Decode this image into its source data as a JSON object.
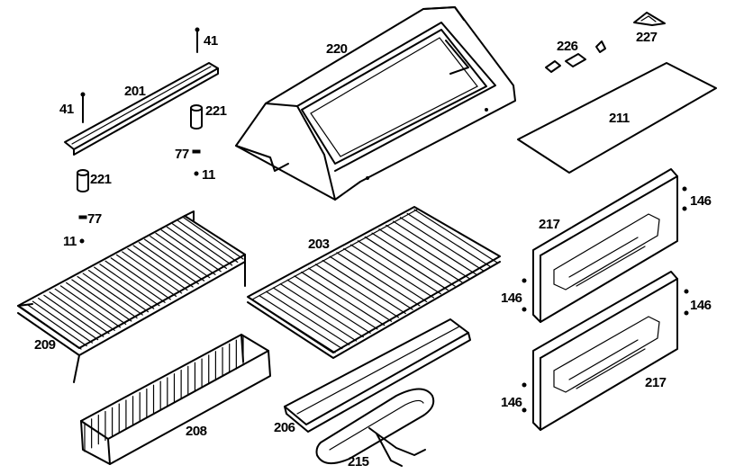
{
  "labels": {
    "l41a": "41",
    "l41b": "41",
    "l201": "201",
    "l221a": "221",
    "l221b": "221",
    "l77a": "77",
    "l77b": "77",
    "l11a": "11",
    "l11b": "11",
    "l220": "220",
    "l226": "226",
    "l227": "227",
    "l211": "211",
    "l203": "203",
    "l217a": "217",
    "l217b": "217",
    "l146a": "146",
    "l146b": "146",
    "l146c": "146",
    "l146d": "146",
    "l209": "209",
    "l208": "208",
    "l206": "206",
    "l215": "215"
  }
}
